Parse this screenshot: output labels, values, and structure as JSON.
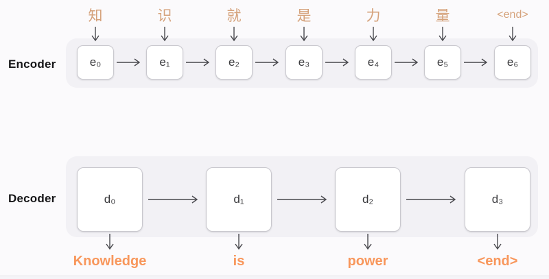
{
  "colors": {
    "background": "#fbfafc",
    "panel": "#f2f1f5",
    "input_token_accent": "#d5a27b",
    "output_token_accent": "#f8975c",
    "arrow": "#48484d",
    "cell_border": "#c9c8ce",
    "cell_text": "#3a3a3d"
  },
  "encoder": {
    "label": "Encoder",
    "inputs": [
      "知",
      "识",
      "就",
      "是",
      "力",
      "量",
      "<end>"
    ],
    "cells": [
      "e₀",
      "e₁",
      "e₂",
      "e₃",
      "e₄",
      "e₅",
      "e₆"
    ]
  },
  "decoder": {
    "label": "Decoder",
    "cells": [
      "d₀",
      "d₁",
      "d₂",
      "d₃"
    ],
    "outputs": [
      "Knowledge",
      "is",
      "power",
      "<end>"
    ]
  }
}
